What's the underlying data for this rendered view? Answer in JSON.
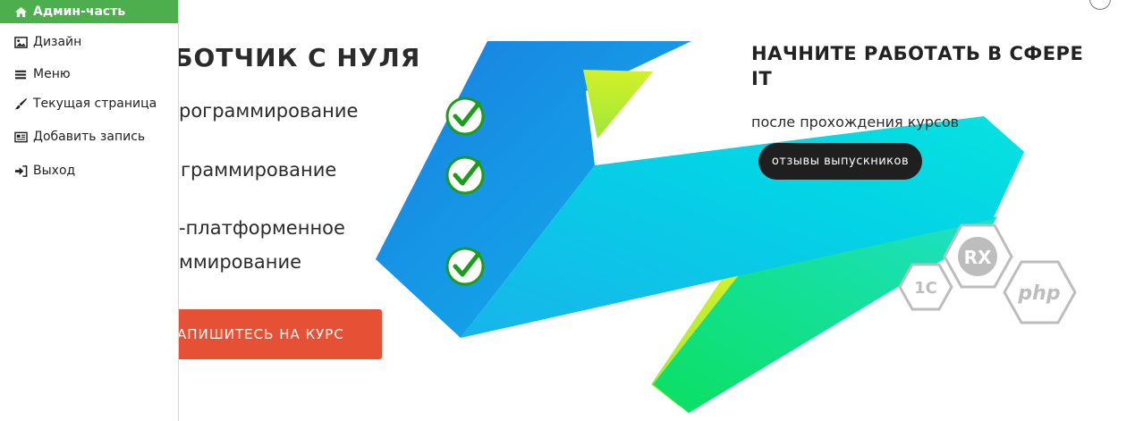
{
  "admin_menu": {
    "active": {
      "label": "Админ-часть",
      "icon": "home-icon"
    },
    "items": [
      {
        "label": "Дизайн",
        "icon": "image-icon"
      },
      {
        "label": "Меню",
        "icon": "bars-icon"
      },
      {
        "label": "Текущая страница",
        "icon": "brush-icon"
      },
      {
        "label": "Добавить запись",
        "icon": "newspaper-icon"
      },
      {
        "label": "Выход",
        "icon": "sign-out-icon"
      }
    ]
  },
  "hero": {
    "title": "РАБОТЧИК С НУЛЯ",
    "courses": [
      "рограммирование",
      "граммирование",
      "-платформенное",
      "ммирование"
    ],
    "cta_label": "АПИШИТЕСЬ НА КУРС"
  },
  "it": {
    "title": "НАЧНИТЕ РАБОТАТЬ В СФЕРЕ IT",
    "subtitle": "после прохождения курсов",
    "reviews_button": "отзывы выпускников"
  },
  "tech_logos": [
    "1С",
    "RX",
    "php"
  ],
  "colors": {
    "sidebar_active": "#4cae4c",
    "cta": "#e65136",
    "reviews_button": "#1f1f1f",
    "check_green": "#1a9e1a"
  }
}
